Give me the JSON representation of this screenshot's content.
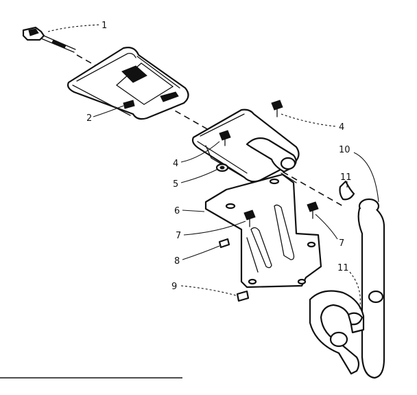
{
  "callouts": [
    {
      "id": "c1",
      "label": "1"
    },
    {
      "id": "c2",
      "label": "2"
    },
    {
      "id": "c4a",
      "label": "4"
    },
    {
      "id": "c4b",
      "label": "4"
    },
    {
      "id": "c5",
      "label": "5"
    },
    {
      "id": "c6",
      "label": "6"
    },
    {
      "id": "c7a",
      "label": "7"
    },
    {
      "id": "c7b",
      "label": "7"
    },
    {
      "id": "c8",
      "label": "8"
    },
    {
      "id": "c9",
      "label": "9"
    },
    {
      "id": "c10",
      "label": "10"
    },
    {
      "id": "c11a",
      "label": "11"
    },
    {
      "id": "c11b",
      "label": "11"
    }
  ]
}
